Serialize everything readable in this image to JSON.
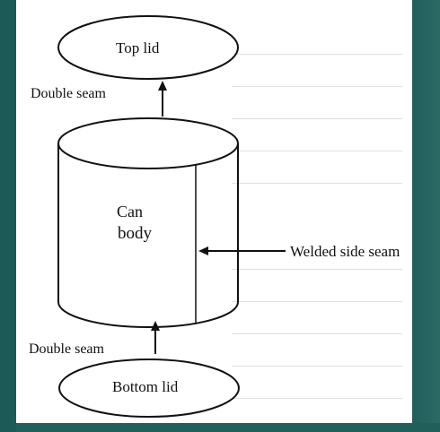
{
  "diagram": {
    "top_lid": "Top lid",
    "double_seam_top": "Double seam",
    "can_body_line1": "Can",
    "can_body_line2": "body",
    "welded_side_seam": "Welded side seam",
    "double_seam_bottom": "Double seam",
    "bottom_lid": "Bottom lid"
  },
  "colors": {
    "background": "#1f5f5c",
    "panel": "#ffffff",
    "ink": "#111111"
  }
}
